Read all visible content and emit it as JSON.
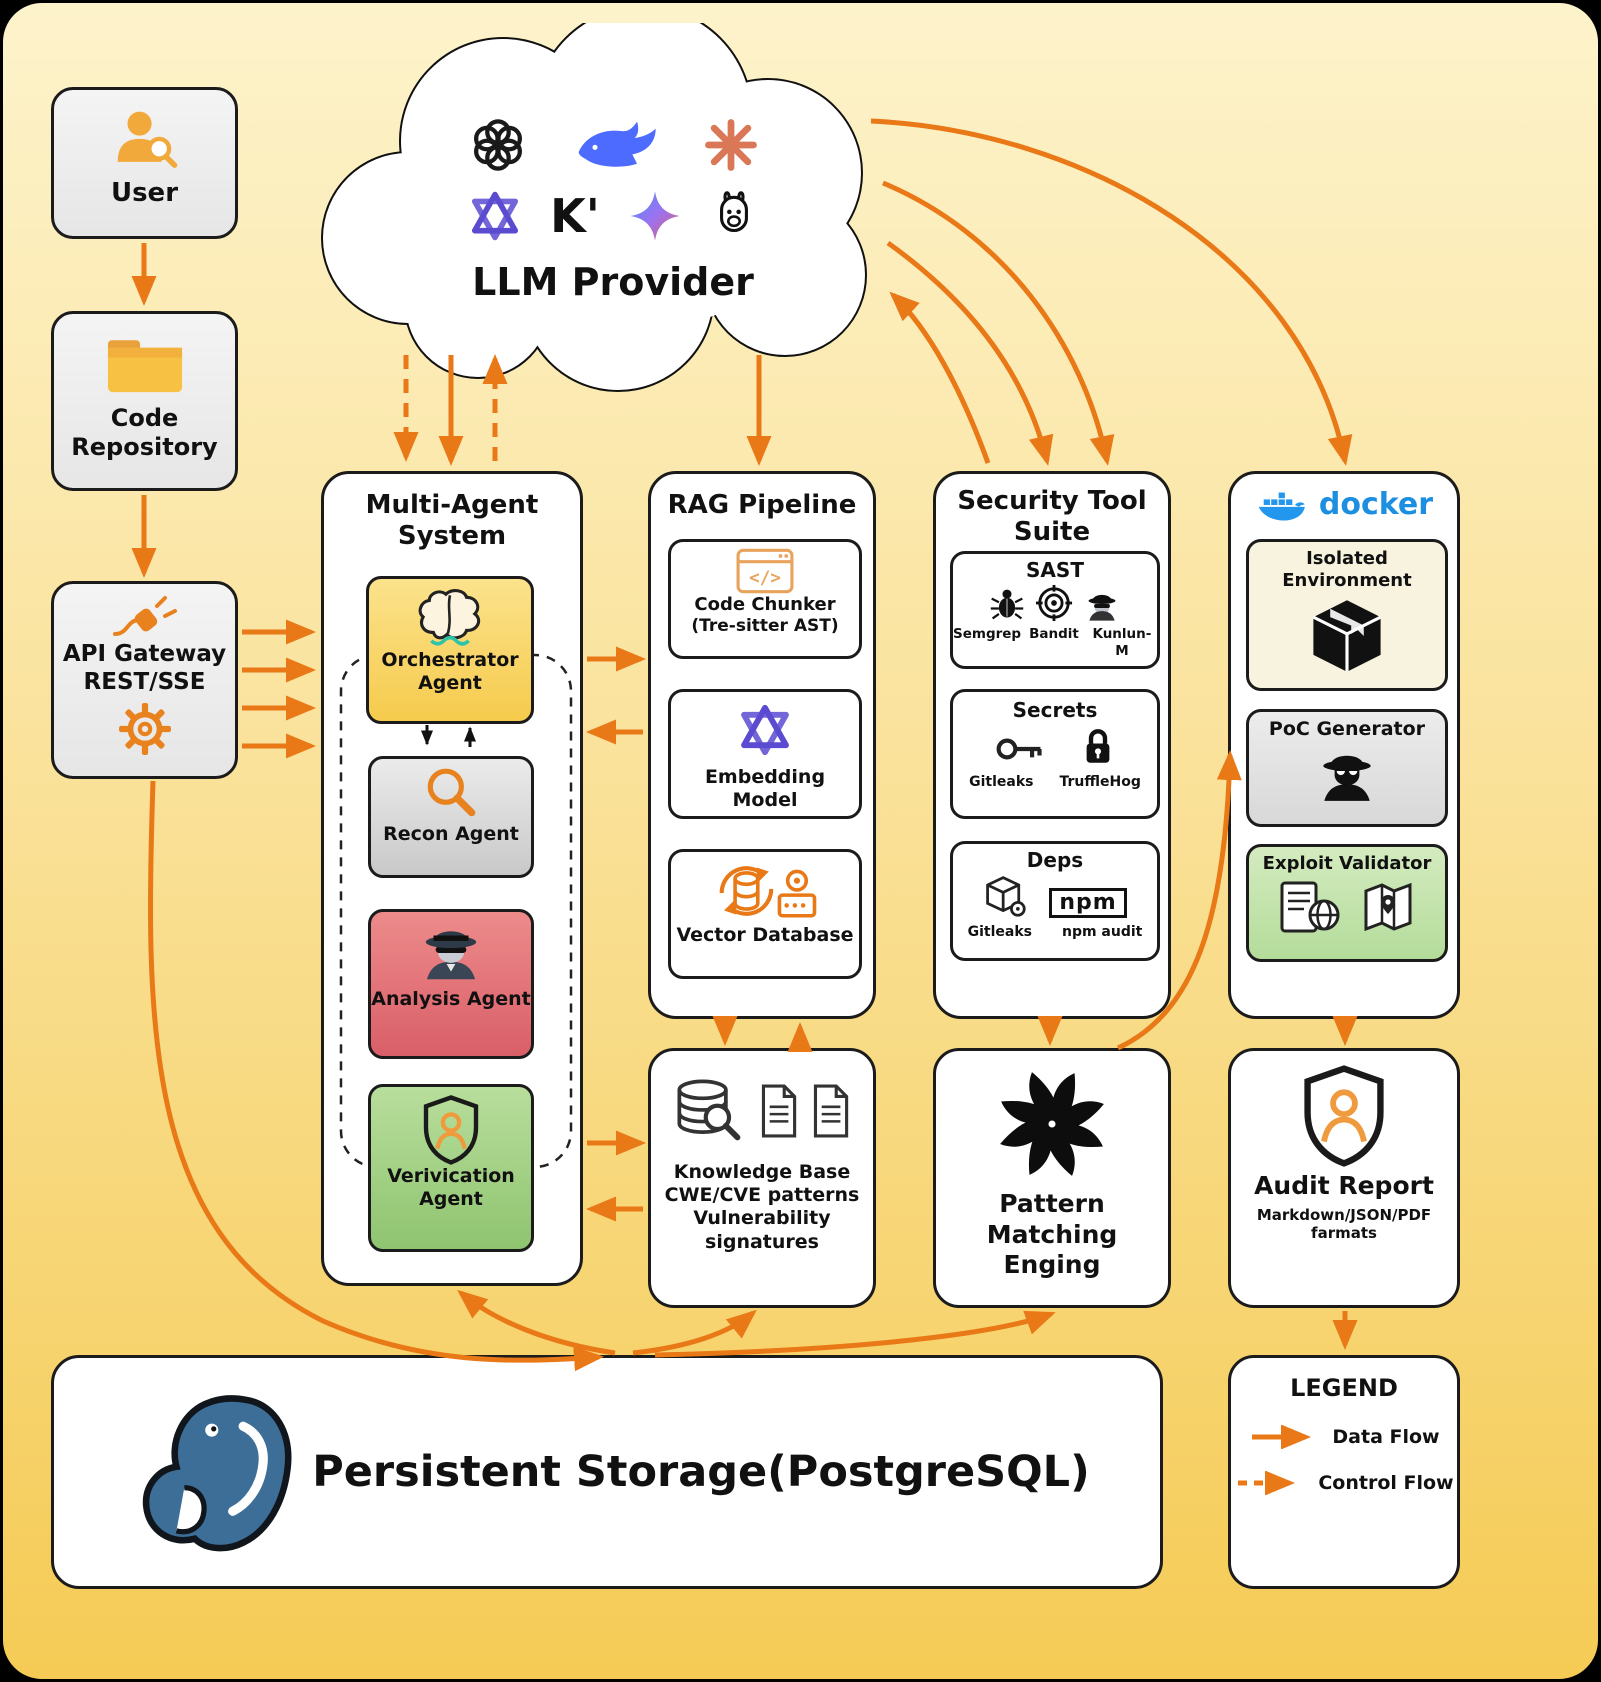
{
  "left_column": {
    "user": "User",
    "code_repository": "Code Repository",
    "api_gateway_line1": "API Gateway",
    "api_gateway_line2": "REST/SSE"
  },
  "llm": {
    "label": "LLM Provider",
    "kimi": "K'"
  },
  "multi_agent": {
    "title_line1": "Multi-Agent",
    "title_line2": "System",
    "orchestrator_line1": "Orchestrator",
    "orchestrator_line2": "Agent",
    "recon": "Recon Agent",
    "analysis": "Analysis Agent",
    "verification_line1": "Verivication",
    "verification_line2": "Agent"
  },
  "rag": {
    "title": "RAG Pipeline",
    "chunker_glyph": "</>",
    "chunker_line1": "Code Chunker",
    "chunker_line2": "(Tre-sitter AST)",
    "embedding": "Embedding Model",
    "vector_db": "Vector Database"
  },
  "security": {
    "title_line1": "Security Tool",
    "title_line2": "Suite",
    "sast": {
      "title": "SAST",
      "tools": [
        "Semgrep",
        "Bandit",
        "Kunlun-M"
      ]
    },
    "secrets": {
      "title": "Secrets",
      "tools": [
        "Gitleaks",
        "TruffleHog"
      ]
    },
    "deps": {
      "title": "Deps",
      "tools": [
        "Gitleaks",
        "npm audit"
      ],
      "npm_logo": "npm"
    }
  },
  "docker": {
    "brand": "docker",
    "isolated_line1": "Isolated",
    "isolated_line2": "Environment",
    "poc": "PoC Generator",
    "exploit": "Exploit Validator"
  },
  "knowledge": {
    "line1": "Knowledge Base",
    "line2": "CWE/CVE patterns",
    "line3": "Vulnerability",
    "line4": "signatures"
  },
  "pattern": {
    "line1": "Pattern",
    "line2": "Matching",
    "line3": "Enging"
  },
  "audit": {
    "title": "Audit Report",
    "sub1": "Markdown/JSON/PDF",
    "sub2": "farmats"
  },
  "storage": {
    "label": "Persistent Storage(PostgreSQL)"
  },
  "legend": {
    "title": "LEGEND",
    "data_flow": "Data Flow",
    "control_flow": "Control Flow"
  },
  "colors": {
    "arrow": "#E97817",
    "orchestrator_bg": "#F8D464",
    "recon_bg": "#D9D9D9",
    "analysis_bg": "#E4737B",
    "verification_bg": "#A4D189",
    "exploit_bg": "#C9E5B4",
    "isolated_bg": "#F8F3DE",
    "docker_blue": "#2396ED",
    "postgres_blue": "#3C6E98",
    "background_top": "#FDF3CB",
    "background_bottom": "#F5CB55"
  }
}
